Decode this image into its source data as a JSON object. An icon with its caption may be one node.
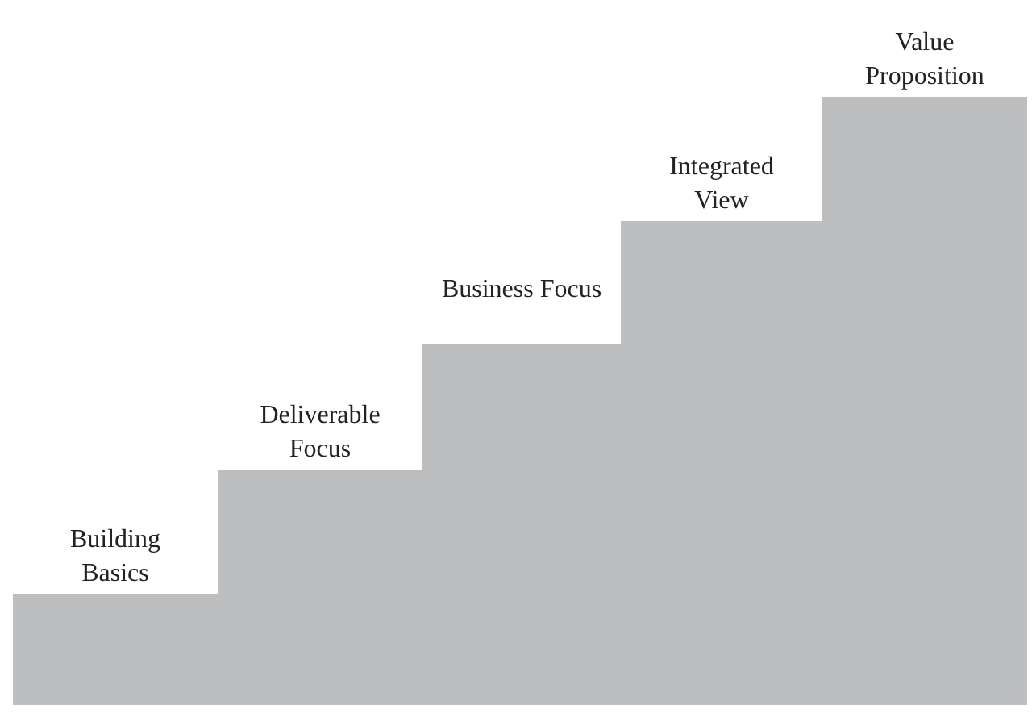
{
  "diagram": {
    "nodes": [
      {
        "text": [
          "Building Basics"
        ]
      },
      {
        "text": [
          "Deliverable Focus"
        ]
      },
      {
        "text": [
          "Business Focus"
        ]
      },
      {
        "text": [
          "Integrated View"
        ]
      },
      {
        "text": [
          "Value Proposition"
        ]
      }
    ]
  }
}
